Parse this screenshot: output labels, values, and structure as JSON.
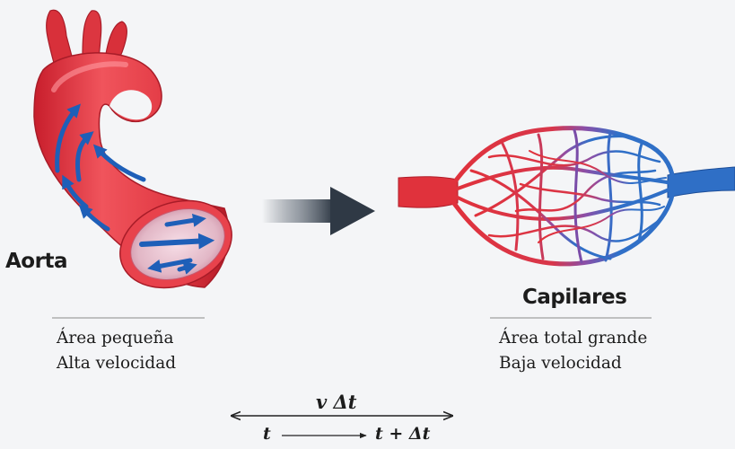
{
  "aorta": {
    "label": "Aorta",
    "desc_line1": "Área pequeña",
    "desc_line2": "Alta velocidad"
  },
  "capillaries": {
    "label": "Capilares",
    "desc_line1": "Área total grande",
    "desc_line2": "Baja velocidad"
  },
  "timeline": {
    "distance": "v Δt",
    "t_start": "t",
    "t_end": "t + Δt"
  },
  "colors": {
    "artery": "#e0323c",
    "vein": "#2f6fc6",
    "flow_arrow": "#1e5fb8",
    "transition_arrow": "#3a4450"
  }
}
